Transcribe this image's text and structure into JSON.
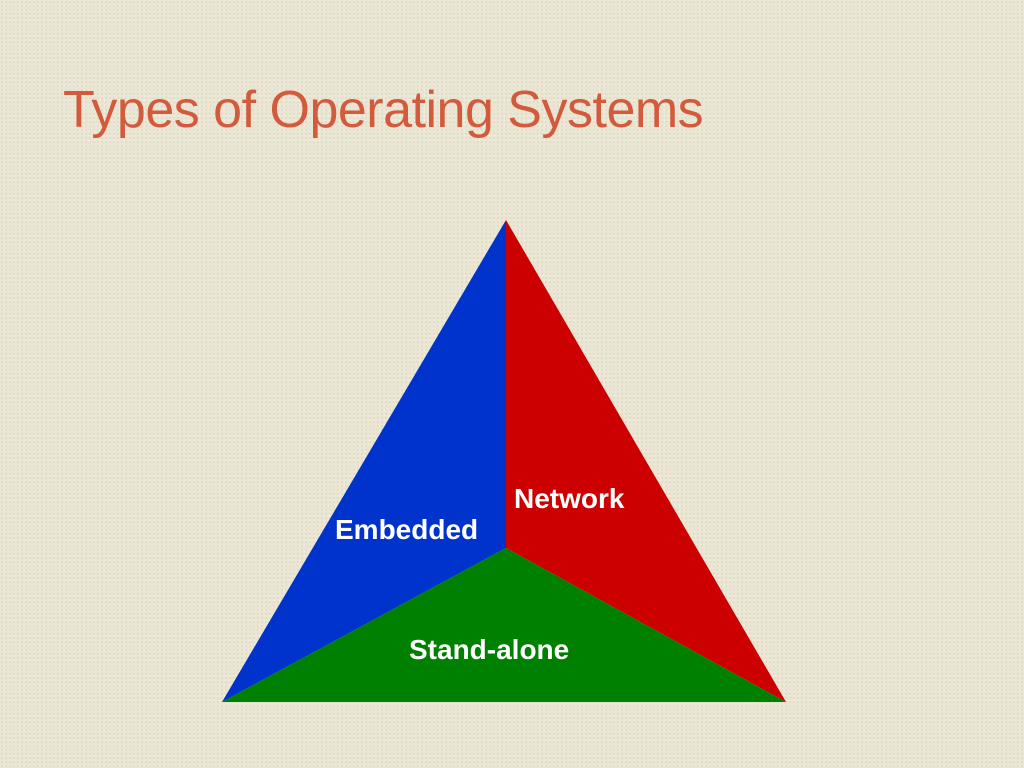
{
  "slide": {
    "title": "Types of Operating Systems"
  },
  "colors": {
    "title": "#d25b3e",
    "embedded": "#0033cc",
    "network": "#cc0000",
    "standalone": "#008000",
    "label_text": "#ffffff"
  },
  "diagram": {
    "segments": [
      {
        "id": "embedded",
        "label": "Embedded"
      },
      {
        "id": "network",
        "label": "Network"
      },
      {
        "id": "standalone",
        "label": "Stand-alone"
      }
    ]
  }
}
